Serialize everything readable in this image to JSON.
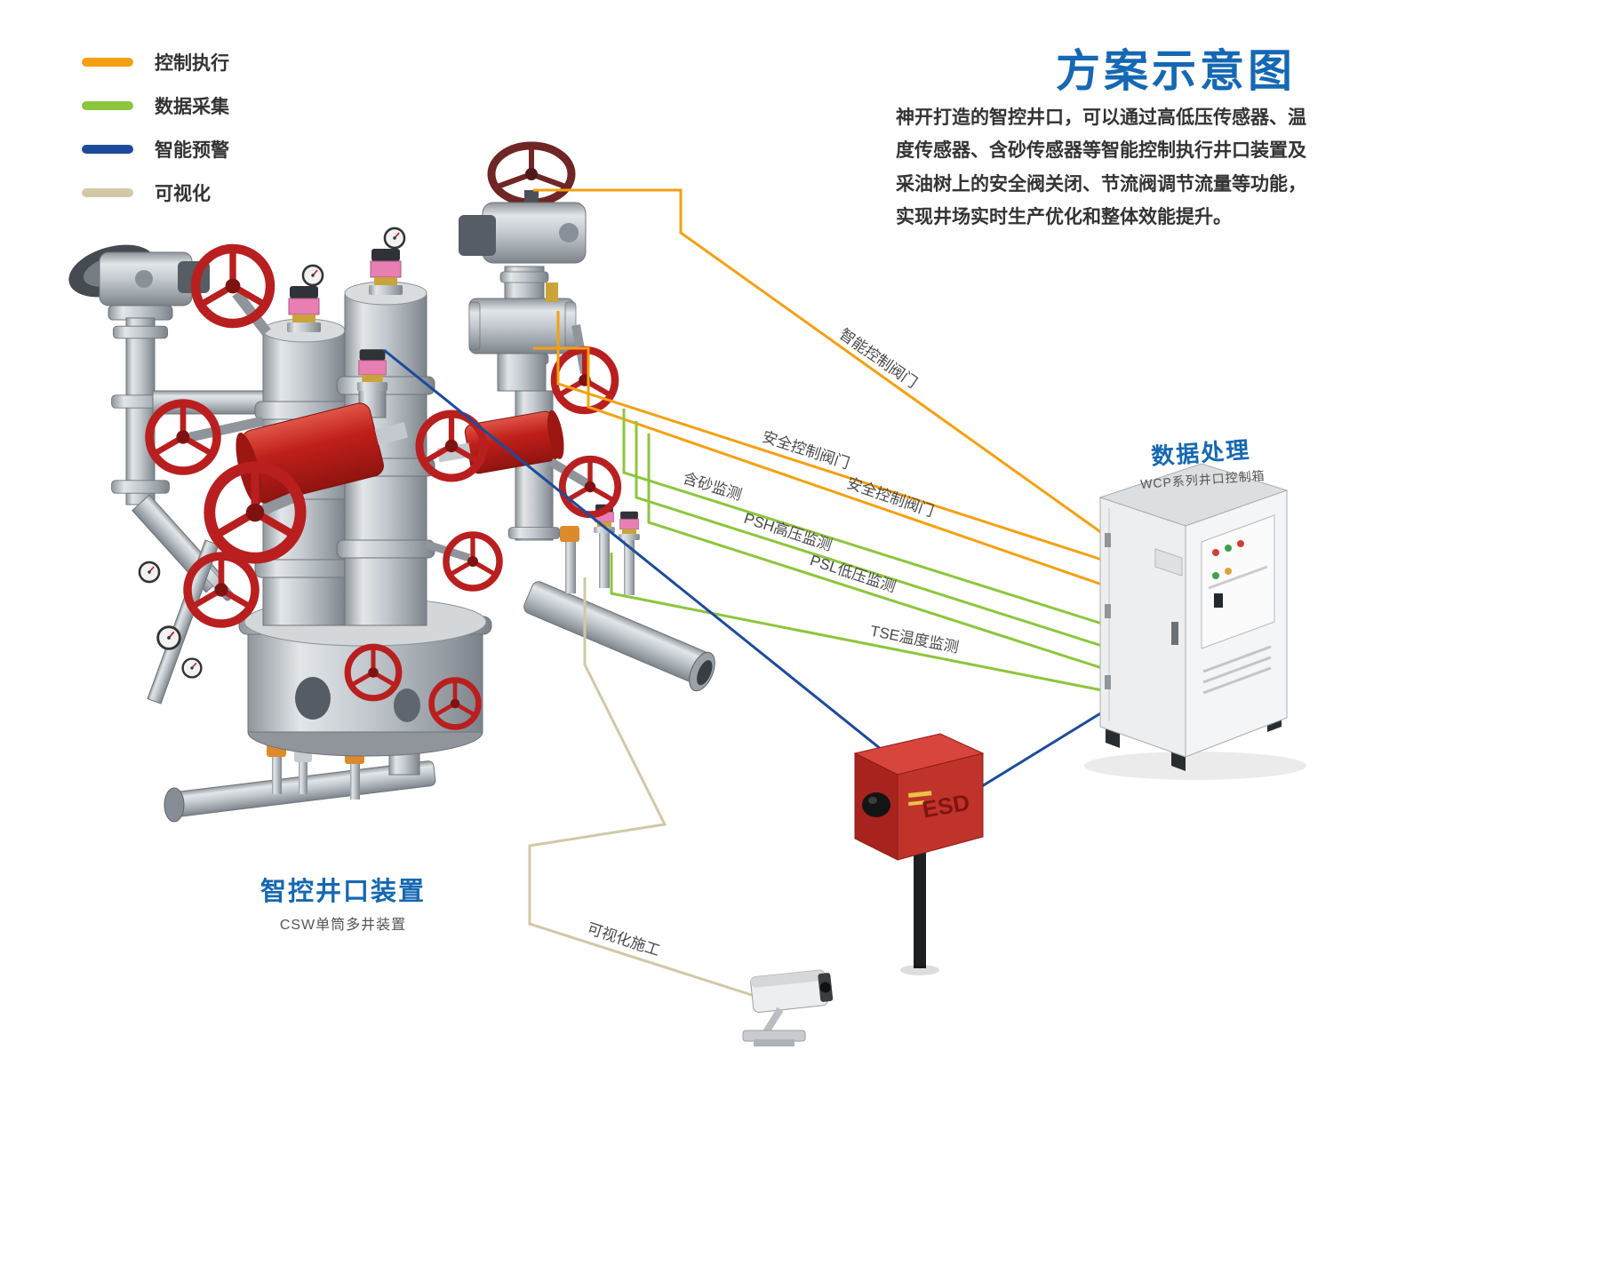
{
  "legend": {
    "items": [
      {
        "label": "控制执行",
        "color": "#F5A011"
      },
      {
        "label": "数据采集",
        "color": "#8CC63C"
      },
      {
        "label": "智能预警",
        "color": "#1C4B9C"
      },
      {
        "label": "可视化",
        "color": "#D2C8A6"
      }
    ]
  },
  "header": {
    "title": "方案示意图",
    "description": "神开打造的智控井口，可以通过高低压传感器、温度传感器、含砂传感器等智能控制执行井口装置及采油树上的安全阀关闭、节流阀调节流量等功能，实现井场实时生产优化和整体效能提升。"
  },
  "wellhead": {
    "label": "智控井口装置",
    "sublabel": "CSW单筒多井装置"
  },
  "cabinet": {
    "label": "数据处理",
    "sublabel": "WCP系列井口控制箱"
  },
  "esd": {
    "label": "ESD"
  },
  "connections": [
    {
      "label": "智能控制阀门",
      "type": "控制执行"
    },
    {
      "label": "安全控制阀门",
      "type": "控制执行"
    },
    {
      "label": "安全控制阀门",
      "type": "控制执行"
    },
    {
      "label": "含砂监测",
      "type": "数据采集"
    },
    {
      "label": "PSH高压监测",
      "type": "数据采集"
    },
    {
      "label": "PSL低压监测",
      "type": "数据采集"
    },
    {
      "label": "TSE温度监测",
      "type": "数据采集"
    },
    {
      "label": "可视化施工",
      "type": "可视化"
    }
  ]
}
